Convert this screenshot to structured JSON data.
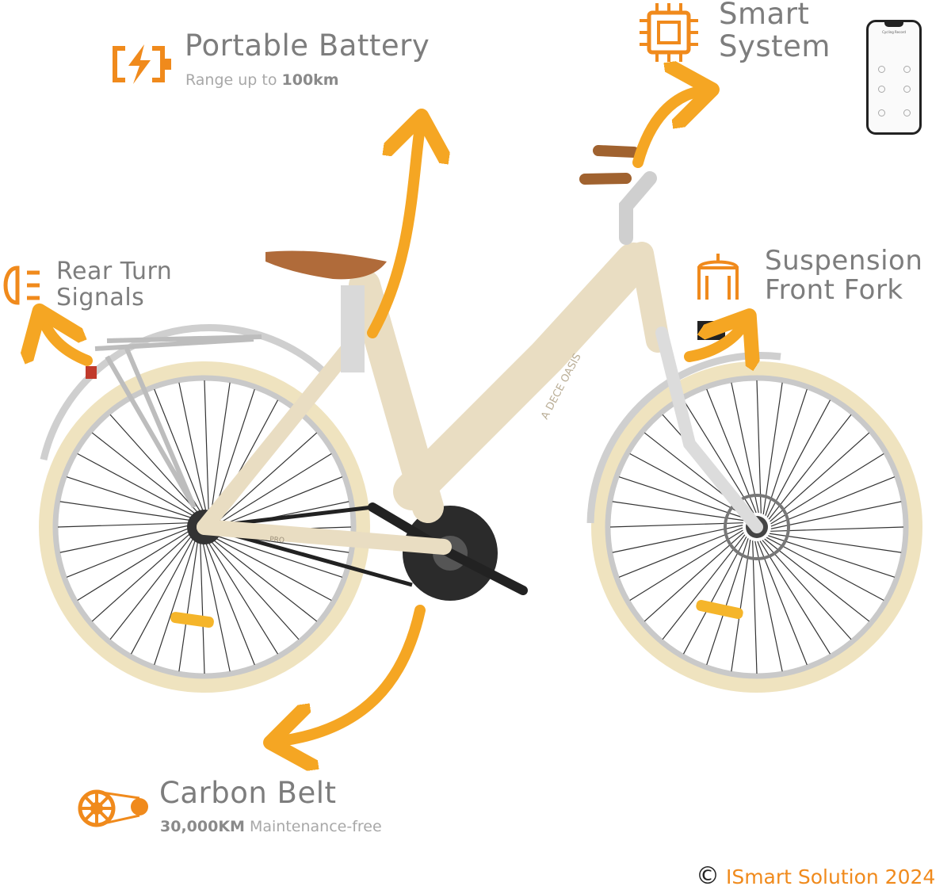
{
  "features": {
    "battery": {
      "title": "Portable Battery",
      "sub_prefix": "Range up to ",
      "sub_value": "100km",
      "icon": "battery-bolt-icon"
    },
    "smart": {
      "title_line1": "Smart",
      "title_line2": "System",
      "icon": "chip-icon"
    },
    "rear": {
      "title_line1": "Rear Turn",
      "title_line2": "Signals",
      "icon": "turn-signal-icon"
    },
    "fork": {
      "title_line1": "Suspension",
      "title_line2": "Front Fork",
      "icon": "fork-icon"
    },
    "belt": {
      "title": "Carbon Belt",
      "sub_value": "30,000KM",
      "sub_suffix": " Maintenance-free",
      "icon": "belt-drive-icon"
    }
  },
  "phone": {
    "header": "Cycling Record"
  },
  "bike": {
    "frame_text": "A DECE OASIS",
    "chainstay_text": "PRO"
  },
  "copyright": {
    "symbol": "©",
    "text": "ISmart Solution 2024"
  },
  "colors": {
    "accent": "#f5a623",
    "icon_orange": "#f08a1c",
    "frame": "#e9ddc2",
    "tire": "#efe3bf"
  }
}
